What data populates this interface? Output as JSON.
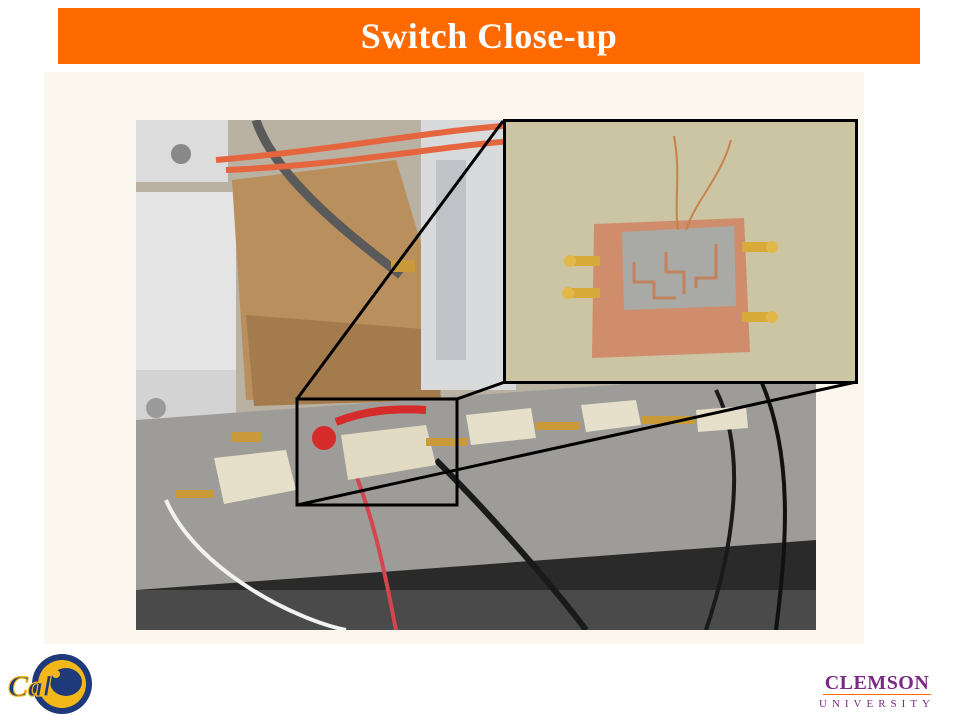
{
  "slide": {
    "title": "Switch Close-up"
  },
  "photo": {
    "subject": "",
    "inset": ""
  },
  "footer": {
    "left_logo_text": "Cal",
    "right_logo_name": "CLEMSON",
    "right_logo_sub": "UNIVERSITY"
  },
  "colors": {
    "title_bar": "#ff6a00",
    "title_text": "#ffffff",
    "clemson_purple": "#7a2a86",
    "cal_blue": "#1f3a7a",
    "cal_gold": "#f2b81a"
  }
}
